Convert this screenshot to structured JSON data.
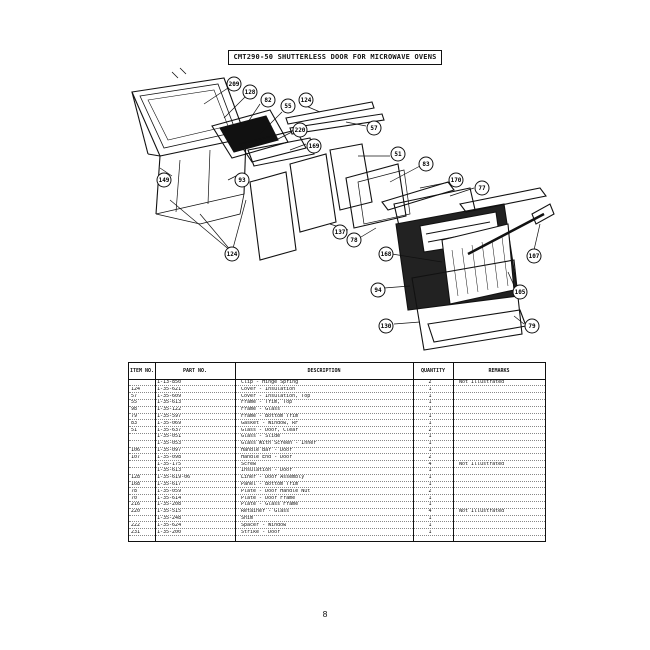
{
  "document": {
    "title": "CMT290-50 SHUTTERLESS DOOR FOR MICROWAVE OVENS",
    "page_number": "8"
  },
  "diagram": {
    "callouts": [
      "209",
      "128",
      "82",
      "55",
      "124",
      "57",
      "220",
      "169",
      "51",
      "83",
      "170",
      "77",
      "149",
      "93",
      "137",
      "78",
      "107",
      "168",
      "94",
      "105",
      "130",
      "79",
      "124"
    ]
  },
  "table": {
    "headers": {
      "item": "ITEM NO.",
      "part": "PART NO.",
      "description": "DESCRIPTION",
      "quantity": "QUANTITY",
      "remarks": "REMARKS"
    },
    "rows": [
      {
        "item": "",
        "part": "1-13-850",
        "desc": "Clip - Hinge Spring",
        "qty": "2",
        "rem": "Not Illustrated"
      },
      {
        "item": "124",
        "part": "1-35-621",
        "desc": "Cover - Insulation",
        "qty": "1",
        "rem": ""
      },
      {
        "item": "57",
        "part": "1-35-609",
        "desc": "Cover - Insulation, Top",
        "qty": "1",
        "rem": ""
      },
      {
        "item": "55",
        "part": "1-35-613",
        "desc": "Frame - Trim, Top",
        "qty": "1",
        "rem": ""
      },
      {
        "item": "98",
        "part": "1-35-122",
        "desc": "Frame - Glass",
        "qty": "1",
        "rem": ""
      },
      {
        "item": "79",
        "part": "1-35-597",
        "desc": "Frame - Bottom Trim",
        "qty": "1",
        "rem": ""
      },
      {
        "item": "83",
        "part": "1-35-069",
        "desc": "Gasket - Window, RF",
        "qty": "1",
        "rem": ""
      },
      {
        "item": "51",
        "part": "1-35-637",
        "desc": "Glass - Door, Clear",
        "qty": "2",
        "rem": ""
      },
      {
        "item": "",
        "part": "1-35-051",
        "desc": "Glass - Slide",
        "qty": "1",
        "rem": ""
      },
      {
        "item": "",
        "part": "1-35-053",
        "desc": "Glass With Screen - Inner",
        "qty": "1",
        "rem": ""
      },
      {
        "item": "106",
        "part": "1-35-097",
        "desc": "Handle Bar - Door",
        "qty": "1",
        "rem": ""
      },
      {
        "item": "107",
        "part": "1-35-098",
        "desc": "Handle End - Door",
        "qty": "2",
        "rem": ""
      },
      {
        "item": "",
        "part": "1-35-175",
        "desc": "Screw",
        "qty": "4",
        "rem": "Not Illustrated"
      },
      {
        "item": "",
        "part": "1-35-613",
        "desc": "Insulation - Door",
        "qty": "1",
        "rem": ""
      },
      {
        "item": "128",
        "part": "1-35-619-06",
        "desc": "Liner - Door Assembly",
        "qty": "1",
        "rem": ""
      },
      {
        "item": "168",
        "part": "1-35-617",
        "desc": "Panel - Bottom Trim",
        "qty": "1",
        "rem": ""
      },
      {
        "item": "78",
        "part": "1-35-059",
        "desc": "Plate - Door Handle Nut",
        "qty": "2",
        "rem": ""
      },
      {
        "item": "70",
        "part": "1-35-614",
        "desc": "Plate - Door Frame",
        "qty": "1",
        "rem": ""
      },
      {
        "item": "216",
        "part": "1-35-208",
        "desc": "Plate - Glass Frame",
        "qty": "1",
        "rem": ""
      },
      {
        "item": "220",
        "part": "1-35-515",
        "desc": "Retainer - Glass",
        "qty": "4",
        "rem": "Not Illustrated"
      },
      {
        "item": "",
        "part": "1-35-248",
        "desc": "Shim",
        "qty": "1",
        "rem": ""
      },
      {
        "item": "222",
        "part": "1-35-624",
        "desc": "Spacer - Window",
        "qty": "1",
        "rem": ""
      },
      {
        "item": "231",
        "part": "1-35-200",
        "desc": "Strike - Door",
        "qty": "1",
        "rem": ""
      }
    ]
  }
}
